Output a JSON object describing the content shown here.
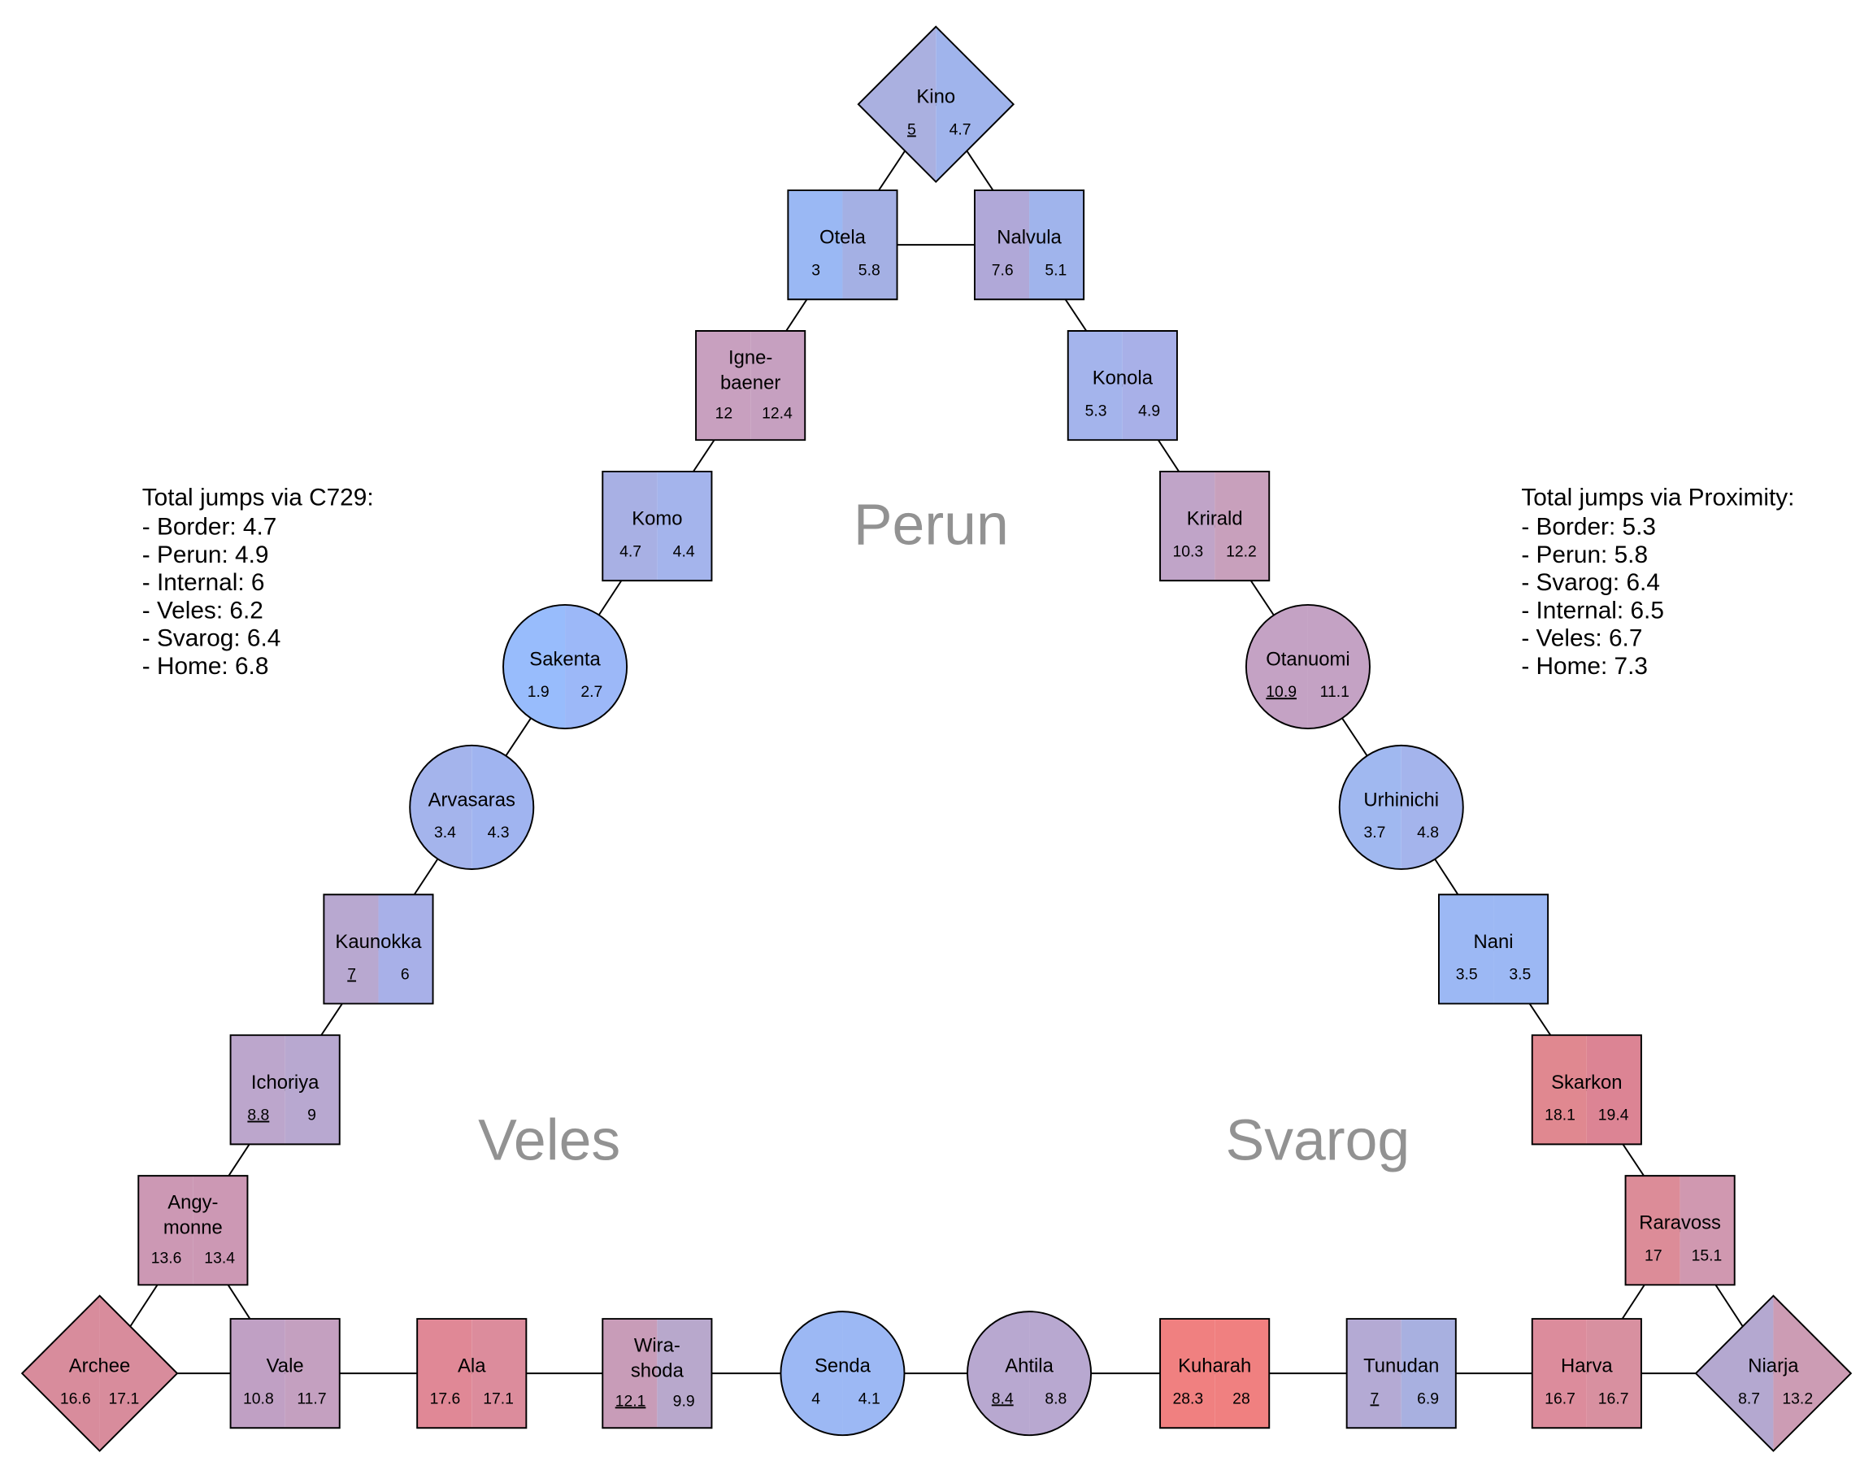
{
  "regions": {
    "perun": "Perun",
    "veles": "Veles",
    "svarog": "Svarog"
  },
  "left_info": {
    "title": "Total jumps via C729:",
    "lines": [
      "- Border: 4.7",
      "- Perun: 4.9",
      "- Internal: 6",
      "- Veles: 6.2",
      "- Svarog: 6.4",
      "- Home: 6.8"
    ]
  },
  "right_info": {
    "title": "Total jumps via Proximity:",
    "lines": [
      "- Border: 5.3",
      "- Perun: 5.8",
      "- Svarog: 6.4",
      "- Internal: 6.5",
      "- Veles: 6.7",
      "- Home: 7.3"
    ]
  },
  "nodes": [
    {
      "id": "Kino",
      "label": [
        "Kino"
      ],
      "shape": "diamond",
      "values": [
        "5",
        "4.7"
      ],
      "underline": [
        true,
        false
      ],
      "colors": [
        "#aab0e0",
        "#a0b4ec"
      ]
    },
    {
      "id": "Otela",
      "label": [
        "Otela"
      ],
      "shape": "square",
      "values": [
        "3",
        "5.8"
      ],
      "underline": [
        false,
        false
      ],
      "colors": [
        "#9ab8f4",
        "#a4b0e4"
      ]
    },
    {
      "id": "Nalvula",
      "label": [
        "Nalvula"
      ],
      "shape": "square",
      "values": [
        "7.6",
        "5.1"
      ],
      "underline": [
        false,
        false
      ],
      "colors": [
        "#b0a8d8",
        "#a0b4ec"
      ]
    },
    {
      "id": "Igne-baener",
      "label": [
        "Igne-",
        "baener"
      ],
      "shape": "square",
      "values": [
        "12",
        "12.4"
      ],
      "underline": [
        false,
        false
      ],
      "colors": [
        "#c8a0bf",
        "#c6a0c0"
      ]
    },
    {
      "id": "Konola",
      "label": [
        "Konola"
      ],
      "shape": "square",
      "values": [
        "5.3",
        "4.9"
      ],
      "underline": [
        false,
        false
      ],
      "colors": [
        "#a4b4ec",
        "#a8b0e8"
      ]
    },
    {
      "id": "Komo",
      "label": [
        "Komo"
      ],
      "shape": "square",
      "values": [
        "4.7",
        "4.4"
      ],
      "underline": [
        false,
        false
      ],
      "colors": [
        "#a8b0e4",
        "#a4b4ec"
      ]
    },
    {
      "id": "Krirald",
      "label": [
        "Krirald"
      ],
      "shape": "square",
      "values": [
        "10.3",
        "12.2"
      ],
      "underline": [
        false,
        false
      ],
      "colors": [
        "#c0a4c8",
        "#c8a0bc"
      ]
    },
    {
      "id": "Sakenta",
      "label": [
        "Sakenta"
      ],
      "shape": "circle",
      "values": [
        "1.9",
        "2.7"
      ],
      "underline": [
        false,
        false
      ],
      "colors": [
        "#98bcfc",
        "#9cb8f8"
      ]
    },
    {
      "id": "Otanuomi",
      "label": [
        "Otanuomi"
      ],
      "shape": "circle",
      "values": [
        "10.9",
        "11.1"
      ],
      "underline": [
        true,
        false
      ],
      "colors": [
        "#c4a2c4",
        "#c4a2c4"
      ]
    },
    {
      "id": "Arvasaras",
      "label": [
        "Arvasaras"
      ],
      "shape": "circle",
      "values": [
        "3.4",
        "4.3"
      ],
      "underline": [
        false,
        false
      ],
      "colors": [
        "#a4b4ec",
        "#a0b4f0"
      ]
    },
    {
      "id": "Urhinichi",
      "label": [
        "Urhinichi"
      ],
      "shape": "circle",
      "values": [
        "3.7",
        "4.8"
      ],
      "underline": [
        false,
        false
      ],
      "colors": [
        "#a0b8f0",
        "#a4b4ec"
      ]
    },
    {
      "id": "Kaunokka",
      "label": [
        "Kaunokka"
      ],
      "shape": "square",
      "values": [
        "7",
        "6"
      ],
      "underline": [
        true,
        false
      ],
      "colors": [
        "#b8a8d0",
        "#a8b0e8"
      ]
    },
    {
      "id": "Nani",
      "label": [
        "Nani"
      ],
      "shape": "square",
      "values": [
        "3.5",
        "3.5"
      ],
      "underline": [
        false,
        false
      ],
      "colors": [
        "#9cb8f4",
        "#9cb8f4"
      ]
    },
    {
      "id": "Ichoriya",
      "label": [
        "Ichoriya"
      ],
      "shape": "square",
      "values": [
        "8.8",
        "9"
      ],
      "underline": [
        true,
        false
      ],
      "colors": [
        "#bca6cc",
        "#b8a8d0"
      ]
    },
    {
      "id": "Skarkon",
      "label": [
        "Skarkon"
      ],
      "shape": "square",
      "values": [
        "18.1",
        "19.4"
      ],
      "underline": [
        false,
        false
      ],
      "colors": [
        "#e08890",
        "#dc8494"
      ]
    },
    {
      "id": "Angy-monne",
      "label": [
        "Angy-",
        "monne"
      ],
      "shape": "square",
      "values": [
        "13.6",
        "13.4"
      ],
      "underline": [
        false,
        false
      ],
      "colors": [
        "#cc98b4",
        "#cc98b4"
      ]
    },
    {
      "id": "Raravoss",
      "label": [
        "Raravoss"
      ],
      "shape": "square",
      "values": [
        "17",
        "15.1"
      ],
      "underline": [
        false,
        false
      ],
      "colors": [
        "#dc8c98",
        "#d098b0"
      ]
    },
    {
      "id": "Archee",
      "label": [
        "Archee"
      ],
      "shape": "diamond",
      "values": [
        "16.6",
        "17.1"
      ],
      "underline": [
        false,
        false
      ],
      "colors": [
        "#d88c9c",
        "#d88c9c"
      ]
    },
    {
      "id": "Vale",
      "label": [
        "Vale"
      ],
      "shape": "square",
      "values": [
        "10.8",
        "11.7"
      ],
      "underline": [
        false,
        false
      ],
      "colors": [
        "#c0a0c4",
        "#c4a0c0"
      ]
    },
    {
      "id": "Ala",
      "label": [
        "Ala"
      ],
      "shape": "square",
      "values": [
        "17.6",
        "17.1"
      ],
      "underline": [
        false,
        false
      ],
      "colors": [
        "#e08896",
        "#dc8c9c"
      ]
    },
    {
      "id": "Wira-shoda",
      "label": [
        "Wira-",
        "shoda"
      ],
      "shape": "square",
      "values": [
        "12.1",
        "9.9"
      ],
      "underline": [
        true,
        false
      ],
      "colors": [
        "#c89cb8",
        "#b8a8cc"
      ]
    },
    {
      "id": "Senda",
      "label": [
        "Senda"
      ],
      "shape": "circle",
      "values": [
        "4",
        "4.1"
      ],
      "underline": [
        false,
        false
      ],
      "colors": [
        "#9cb8f4",
        "#9cb8f4"
      ]
    },
    {
      "id": "Ahtila",
      "label": [
        "Ahtila"
      ],
      "shape": "circle",
      "values": [
        "8.4",
        "8.8"
      ],
      "underline": [
        true,
        false
      ],
      "colors": [
        "#b8a8d0",
        "#b8a8d0"
      ]
    },
    {
      "id": "Kuharah",
      "label": [
        "Kuharah"
      ],
      "shape": "square",
      "values": [
        "28.3",
        "28"
      ],
      "underline": [
        false,
        false
      ],
      "colors": [
        "#f08080",
        "#f08080"
      ]
    },
    {
      "id": "Tunudan",
      "label": [
        "Tunudan"
      ],
      "shape": "square",
      "values": [
        "7",
        "6.9"
      ],
      "underline": [
        true,
        false
      ],
      "colors": [
        "#b4aad4",
        "#a8b0e0"
      ]
    },
    {
      "id": "Harva",
      "label": [
        "Harva"
      ],
      "shape": "square",
      "values": [
        "16.7",
        "16.7"
      ],
      "underline": [
        false,
        false
      ],
      "colors": [
        "#dc8c9c",
        "#d890a0"
      ]
    },
    {
      "id": "Niarja",
      "label": [
        "Niarja"
      ],
      "shape": "diamond",
      "values": [
        "8.7",
        "13.2"
      ],
      "underline": [
        false,
        false
      ],
      "colors": [
        "#b4a8d0",
        "#cc9cb4"
      ]
    }
  ],
  "edges": [
    [
      "Kino",
      "Otela"
    ],
    [
      "Kino",
      "Nalvula"
    ],
    [
      "Otela",
      "Nalvula"
    ],
    [
      "Otela",
      "Igne-baener"
    ],
    [
      "Igne-baener",
      "Komo"
    ],
    [
      "Komo",
      "Sakenta"
    ],
    [
      "Sakenta",
      "Arvasaras"
    ],
    [
      "Arvasaras",
      "Kaunokka"
    ],
    [
      "Kaunokka",
      "Ichoriya"
    ],
    [
      "Ichoriya",
      "Angy-monne"
    ],
    [
      "Angy-monne",
      "Archee"
    ],
    [
      "Angy-monne",
      "Vale"
    ],
    [
      "Archee",
      "Vale"
    ],
    [
      "Vale",
      "Ala"
    ],
    [
      "Ala",
      "Wira-shoda"
    ],
    [
      "Wira-shoda",
      "Senda"
    ],
    [
      "Senda",
      "Ahtila"
    ],
    [
      "Ahtila",
      "Kuharah"
    ],
    [
      "Kuharah",
      "Tunudan"
    ],
    [
      "Tunudan",
      "Harva"
    ],
    [
      "Harva",
      "Niarja"
    ],
    [
      "Nalvula",
      "Konola"
    ],
    [
      "Konola",
      "Krirald"
    ],
    [
      "Krirald",
      "Otanuomi"
    ],
    [
      "Otanuomi",
      "Urhinichi"
    ],
    [
      "Urhinichi",
      "Nani"
    ],
    [
      "Nani",
      "Skarkon"
    ],
    [
      "Skarkon",
      "Raravoss"
    ],
    [
      "Raravoss",
      "Harva"
    ],
    [
      "Raravoss",
      "Niarja"
    ]
  ]
}
